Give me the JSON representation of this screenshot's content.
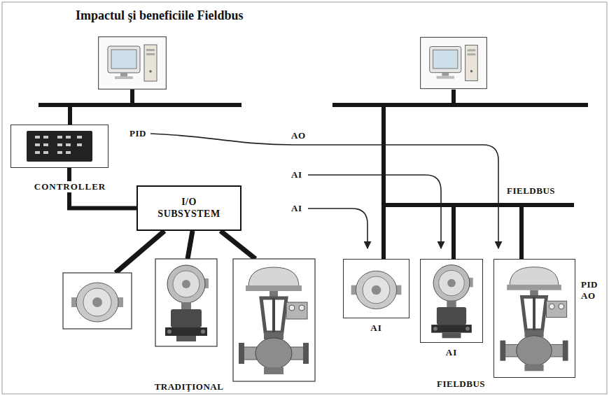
{
  "diagram": {
    "title": "Impactul şi beneficiile Fieldbus",
    "nodes": [
      {
        "text": [
          "CONTROLLER"
        ]
      },
      {
        "text": [
          "I/O SUBSYSTEM"
        ]
      },
      {
        "text": [
          "AI"
        ]
      },
      {
        "text": [
          "AI"
        ]
      },
      {
        "text": [
          "PID AO"
        ]
      }
    ],
    "edges": [
      {
        "from": 0,
        "to": 1,
        "arrow": "none"
      }
    ],
    "labels": [
      "PID",
      "AO",
      "AI",
      "AI",
      "FIELDBUS",
      "TRADIŢIONAL",
      "FIELDBUS"
    ]
  }
}
